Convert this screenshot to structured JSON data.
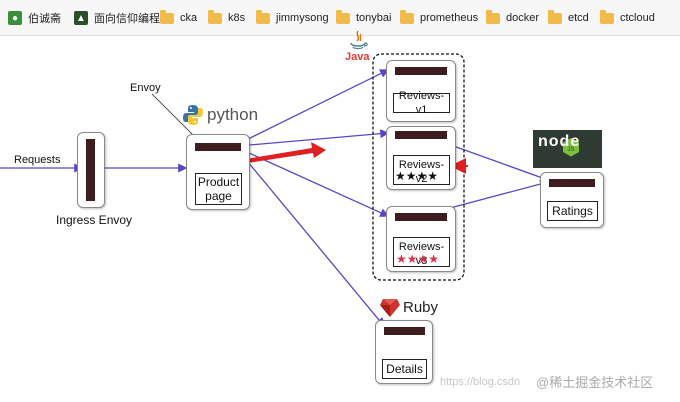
{
  "bookmarks": [
    {
      "label": "伯诚斋",
      "icon": "globe-icon",
      "color": "#3a8f3a"
    },
    {
      "label": "面向信仰编程",
      "icon": "tree-icon",
      "color": "#2b4f2b"
    },
    {
      "label": "cka",
      "icon": "folder-icon"
    },
    {
      "label": "k8s",
      "icon": "folder-icon"
    },
    {
      "label": "jimmysong",
      "icon": "folder-icon"
    },
    {
      "label": "tonybai",
      "icon": "folder-icon"
    },
    {
      "label": "prometheus",
      "icon": "folder-icon"
    },
    {
      "label": "docker",
      "icon": "folder-icon"
    },
    {
      "label": "etcd",
      "icon": "folder-icon"
    },
    {
      "label": "ctcloud",
      "icon": "folder-icon"
    }
  ],
  "diagram": {
    "requests_label": "Requests",
    "ingress_label": "Ingress Envoy",
    "envoy_label": "Envoy",
    "python_label": "python",
    "java_label": "Java",
    "ruby_label": "Ruby",
    "node_label": "node",
    "productpage": {
      "line1": "Product",
      "line2": "page"
    },
    "reviews_v1": "Reviews-v1",
    "reviews_v2": "Reviews-v2",
    "reviews_v3": "Reviews-v3",
    "ratings": "Ratings",
    "details": "Details",
    "reviews_v2_stars": "★★★★",
    "reviews_v3_stars": "★★★★",
    "colors": {
      "proxy": "#3d1d1d",
      "arrow": "#5548c8",
      "highlight_arrow": "#e02020",
      "star_black": "#111111",
      "star_red": "#d9334a"
    }
  },
  "watermark": {
    "url": "https://blog.csdn",
    "brand": "@稀土掘金技术社区"
  }
}
